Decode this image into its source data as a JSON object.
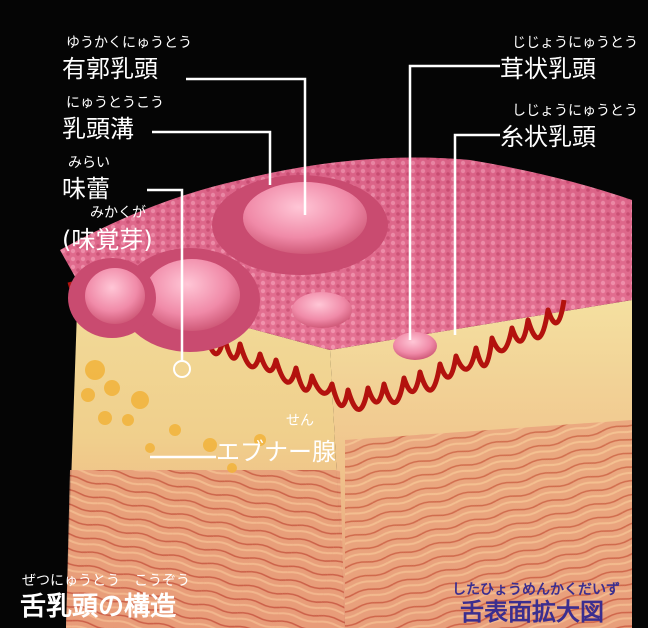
{
  "labels": {
    "circumvallate": {
      "ruby": "ゆうかくにゅうとう",
      "text": "有郭乳頭"
    },
    "sulcus": {
      "ruby": "にゅうとうこう",
      "text": "乳頭溝"
    },
    "taste_bud": {
      "ruby": "みらい",
      "text": "味蕾",
      "alt_ruby": "みかくが",
      "alt_text": "(味覚芽)"
    },
    "foliate": {
      "ruby": "じじょうにゅうとう",
      "text": "茸状乳頭"
    },
    "filiform": {
      "ruby": "しじょうにゅうとう",
      "text": "糸状乳頭"
    },
    "ebner": {
      "ruby": "せん",
      "text": "エブナー腺"
    }
  },
  "captions": {
    "left_ruby": "ぜつにゅうとう　こうぞう",
    "left_title": "舌乳頭の構造",
    "right_ruby": "したひょうめんかくだいず",
    "right_title": "舌表面拡大図"
  },
  "colors": {
    "background": "#050505",
    "papilla_pink": "#e46a8e",
    "tissue_yellow": "#efd48f",
    "red_edge": "#b3120e",
    "muscle": "#df8d6e",
    "caption_purple": "#3b2e8f"
  }
}
